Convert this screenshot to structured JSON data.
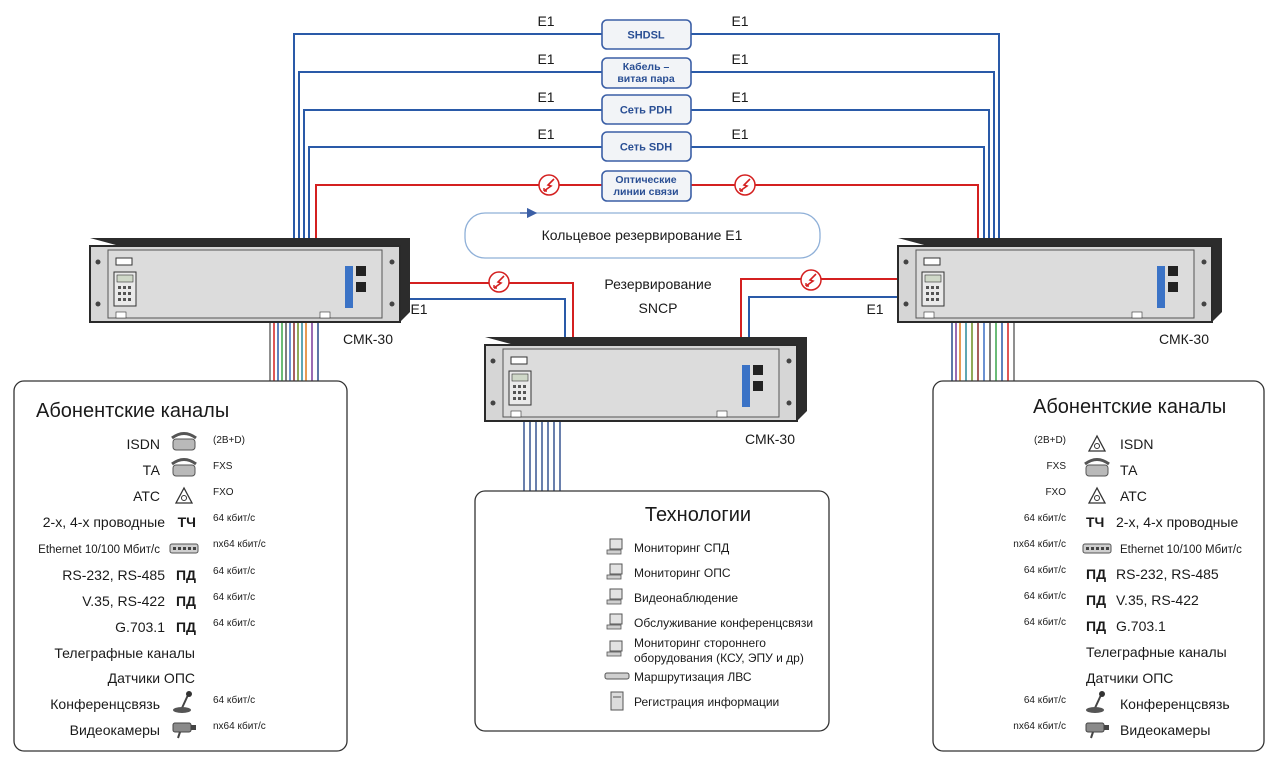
{
  "colors": {
    "blue_link": "#2a5aa8",
    "red_link": "#d42020",
    "box_fill": "#f2f4f7",
    "box_border": "#3b5fa6",
    "box_text": "#2a4f94",
    "device_dark": "#3a3a3a",
    "device_face": "#d6d6d6",
    "panel_border": "#333333"
  },
  "links": [
    {
      "left_label": "E1",
      "right_label": "E1",
      "box": [
        "SHDSL"
      ],
      "color": "blue"
    },
    {
      "left_label": "E1",
      "right_label": "E1",
      "box": [
        "Кабель –",
        "витая пара"
      ],
      "color": "blue"
    },
    {
      "left_label": "E1",
      "right_label": "E1",
      "box": [
        "Сеть PDH"
      ],
      "color": "blue"
    },
    {
      "left_label": "E1",
      "right_label": "E1",
      "box": [
        "Сеть SDH"
      ],
      "color": "blue"
    },
    {
      "left_label": "",
      "right_label": "",
      "box": [
        "Оптические",
        "линии связи"
      ],
      "color": "red"
    }
  ],
  "ring_label": "Кольцевое резервирование Е1",
  "sncp_label": [
    "Резервирование",
    "SNCP"
  ],
  "e1_label": "E1",
  "device_label": "СМК-30",
  "left_panel": {
    "title": "Абонентские каналы",
    "rows": [
      {
        "label": "ISDN",
        "bold": "",
        "icon": "isdn-phone-icon",
        "line": "(2B+D)",
        "color": "#6a6a6a"
      },
      {
        "label": "ТА",
        "bold": "",
        "icon": "telephone-icon",
        "line": "FXS",
        "color": "#d42020"
      },
      {
        "label": "АТС",
        "bold": "",
        "icon": "pbx-triangle-icon",
        "line": "FXO",
        "color": "#2a5aa8"
      },
      {
        "label": "2-х, 4-х проводные",
        "bold": "ТЧ",
        "icon": "",
        "line": "64 кбит/с",
        "color": "#3aa64a"
      },
      {
        "label": "Ethernet 10/100 Мбит/с",
        "bold": "",
        "icon": "ethernet-switch-icon",
        "line": "nx64 кбит/с",
        "color": "#555555"
      },
      {
        "label": "RS-232, RS-485",
        "bold": "ПД",
        "icon": "",
        "line": "64 кбит/с",
        "color": "#3b6fc4"
      },
      {
        "label": "V.35, RS-422",
        "bold": "ПД",
        "icon": "",
        "line": "64 кбит/с",
        "color": "#8b2a2a"
      },
      {
        "label": "G.703.1",
        "bold": "ПД",
        "icon": "",
        "line": "64 кбит/с",
        "color": "#6b8e23"
      },
      {
        "label": "Телеграфные каналы",
        "bold": "",
        "icon": "",
        "line": "",
        "color": "#2a8a9a"
      },
      {
        "label": "Датчики ОПС",
        "bold": "",
        "icon": "",
        "line": "",
        "color": "#e07a1a"
      },
      {
        "label": "Конференцсвязь",
        "bold": "",
        "icon": "microphone-icon",
        "line": "64 кбит/с",
        "color": "#7a3a9a"
      },
      {
        "label": "Видеокамеры",
        "bold": "",
        "icon": "camera-icon",
        "line": "nx64 кбит/с",
        "color": "#2a4a8a"
      }
    ]
  },
  "right_panel": {
    "title": "Абонентские каналы",
    "rows": [
      {
        "label": "ISDN",
        "bold": "",
        "icon": "pbx-triangle-icon",
        "line": "(2B+D)",
        "color": "#6a6a6a"
      },
      {
        "label": "ТА",
        "bold": "",
        "icon": "telephone-icon",
        "line": "FXS",
        "color": "#d42020"
      },
      {
        "label": "АТС",
        "bold": "",
        "icon": "pbx-triangle-icon",
        "line": "FXO",
        "color": "#2a5aa8"
      },
      {
        "label": "2-х, 4-х проводные",
        "bold": "ТЧ",
        "icon": "",
        "line": "64 кбит/с",
        "color": "#3aa64a"
      },
      {
        "label": "Ethernet 10/100 Мбит/с",
        "bold": "",
        "icon": "ethernet-switch-icon",
        "line": "nx64 кбит/с",
        "color": "#555555"
      },
      {
        "label": "RS-232, RS-485",
        "bold": "ПД",
        "icon": "",
        "line": "64 кбит/с",
        "color": "#3b6fc4"
      },
      {
        "label": "V.35, RS-422",
        "bold": "ПД",
        "icon": "",
        "line": "64 кбит/с",
        "color": "#8b2a2a"
      },
      {
        "label": "G.703.1",
        "bold": "ПД",
        "icon": "",
        "line": "64 кбит/с",
        "color": "#6b8e23"
      },
      {
        "label": "Телеграфные каналы",
        "bold": "",
        "icon": "",
        "line": "",
        "color": "#2a8a9a"
      },
      {
        "label": "Датчики ОПС",
        "bold": "",
        "icon": "",
        "line": "",
        "color": "#e07a1a"
      },
      {
        "label": "Конференцсвязь",
        "bold": "",
        "icon": "microphone-icon",
        "line": "64 кбит/с",
        "color": "#7a3a9a"
      },
      {
        "label": "Видеокамеры",
        "bold": "",
        "icon": "camera-icon",
        "line": "nx64 кбит/с",
        "color": "#2a4a8a"
      }
    ]
  },
  "tech_panel": {
    "title": "Технологии",
    "items": [
      {
        "lines": [
          "Мониторинг СПД"
        ],
        "icon": "computer-icon"
      },
      {
        "lines": [
          "Мониторинг ОПС"
        ],
        "icon": "computer-icon"
      },
      {
        "lines": [
          "Видеонаблюдение"
        ],
        "icon": "computer-icon"
      },
      {
        "lines": [
          "Обслуживание конференцсвязи"
        ],
        "icon": "computer-icon"
      },
      {
        "lines": [
          "Мониторинг стороннего",
          "оборудования (КСУ, ЭПУ и др)"
        ],
        "icon": "computer-icon"
      },
      {
        "lines": [
          "Маршрутизация ЛВС"
        ],
        "icon": "router-icon"
      },
      {
        "lines": [
          "Регистрация информации"
        ],
        "icon": "server-icon"
      }
    ]
  }
}
